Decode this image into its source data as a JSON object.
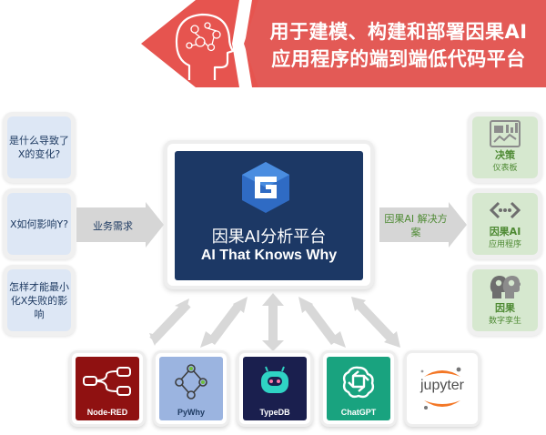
{
  "header": {
    "title_line1": "用于建模、构建和部署因果AI",
    "title_line2": "应用程序的端到端低代码平台",
    "colors": {
      "banner": "#e6544f",
      "text": "#ffffff"
    }
  },
  "inputs": {
    "questions": [
      "是什么导致了X的变化?",
      "X如何影响Y?",
      "怎样才能最小化X失败的影响"
    ],
    "arrow_label": "业务需求",
    "colors": {
      "card": "#dde7f5",
      "text": "#1f3b62"
    }
  },
  "platform": {
    "title": "因果AI分析平台",
    "subtitle": "AI That Knows Why",
    "colors": {
      "box": "#1c3865",
      "logo": "#3a7bd5"
    }
  },
  "outputs": {
    "arrow_label": "因果AI 解决方案",
    "items": [
      {
        "title": "决策",
        "subtitle": "仪表板",
        "icon": "dashboard-icon"
      },
      {
        "title": "因果AI",
        "subtitle": "应用程序",
        "icon": "code-icon"
      },
      {
        "title": "因果",
        "subtitle": "数字孪生",
        "icon": "gear-heads-icon"
      }
    ],
    "colors": {
      "card": "#d6e8cf",
      "text": "#4e8a33"
    }
  },
  "tools": [
    {
      "label": "Node-RED",
      "icon": "node-red-icon",
      "color": "#8f1111"
    },
    {
      "label": "PyWhy",
      "icon": "pywhy-icon",
      "color": "#9bb4e0"
    },
    {
      "label": "TypeDB",
      "icon": "typedb-icon",
      "color": "#1a1f4e"
    },
    {
      "label": "ChatGPT",
      "icon": "chatgpt-icon",
      "color": "#19a37f"
    },
    {
      "label": "jupyter",
      "icon": "jupyter-icon",
      "color": "#ffffff"
    }
  ]
}
